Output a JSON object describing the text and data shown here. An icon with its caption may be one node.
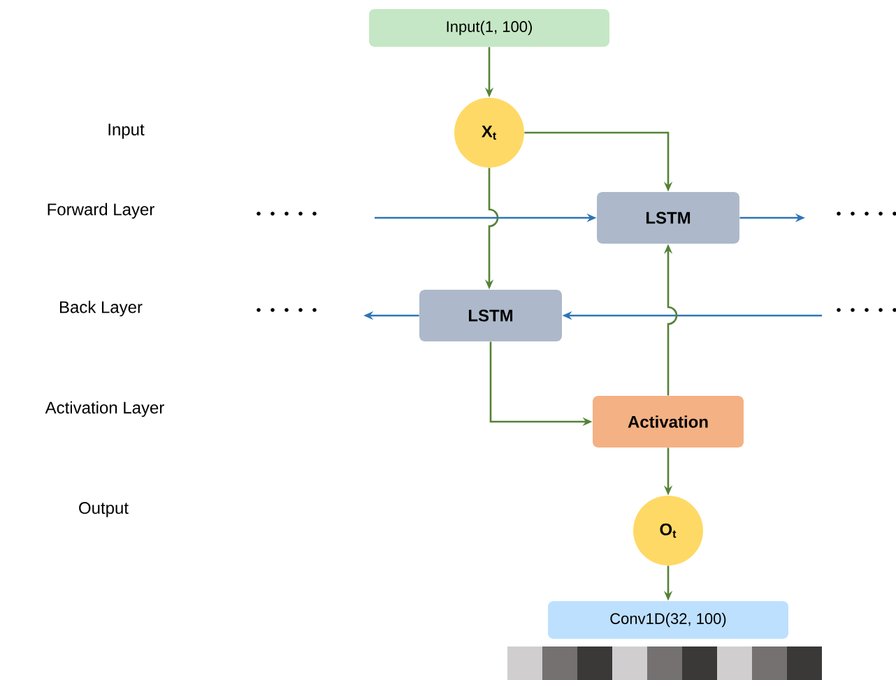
{
  "diagram": {
    "nodes": [
      {
        "text": [
          "Input(1, 100)"
        ]
      },
      {
        "text": [
          "X$_{t}$"
        ]
      },
      {
        "text": [
          "LSTM"
        ]
      },
      {
        "text": [
          "LSTM"
        ]
      },
      {
        "text": [
          "Activation"
        ]
      },
      {
        "text": [
          "O$_{t}$"
        ]
      },
      {
        "text": [
          "Conv1D(32, 100)"
        ]
      }
    ],
    "edges": [
      {
        "from": 0,
        "to": 1,
        "arrow": "to"
      },
      {
        "from": 1,
        "to": 2,
        "arrow": "to"
      },
      {
        "from": 1,
        "to": 3,
        "arrow": "to"
      },
      {
        "from": null,
        "to": 2,
        "arrow": "to",
        "color": "#2e75b6"
      },
      {
        "from": 2,
        "to": null,
        "arrow": "to",
        "color": "#2e75b6"
      },
      {
        "from": null,
        "to": 3,
        "arrow": "to",
        "color": "#2e75b6"
      },
      {
        "from": 3,
        "to": null,
        "arrow": "to",
        "color": "#2e75b6"
      },
      {
        "from": 3,
        "to": 4,
        "arrow": "to"
      },
      {
        "from": 4,
        "to": 2,
        "arrow": "to"
      },
      {
        "from": 4,
        "to": 5,
        "arrow": "to"
      },
      {
        "from": 5,
        "to": 6,
        "arrow": "to"
      }
    ],
    "labels": [
      "Input",
      "Forward Layer",
      "Back Layer",
      "Activation Layer",
      "Output"
    ]
  }
}
